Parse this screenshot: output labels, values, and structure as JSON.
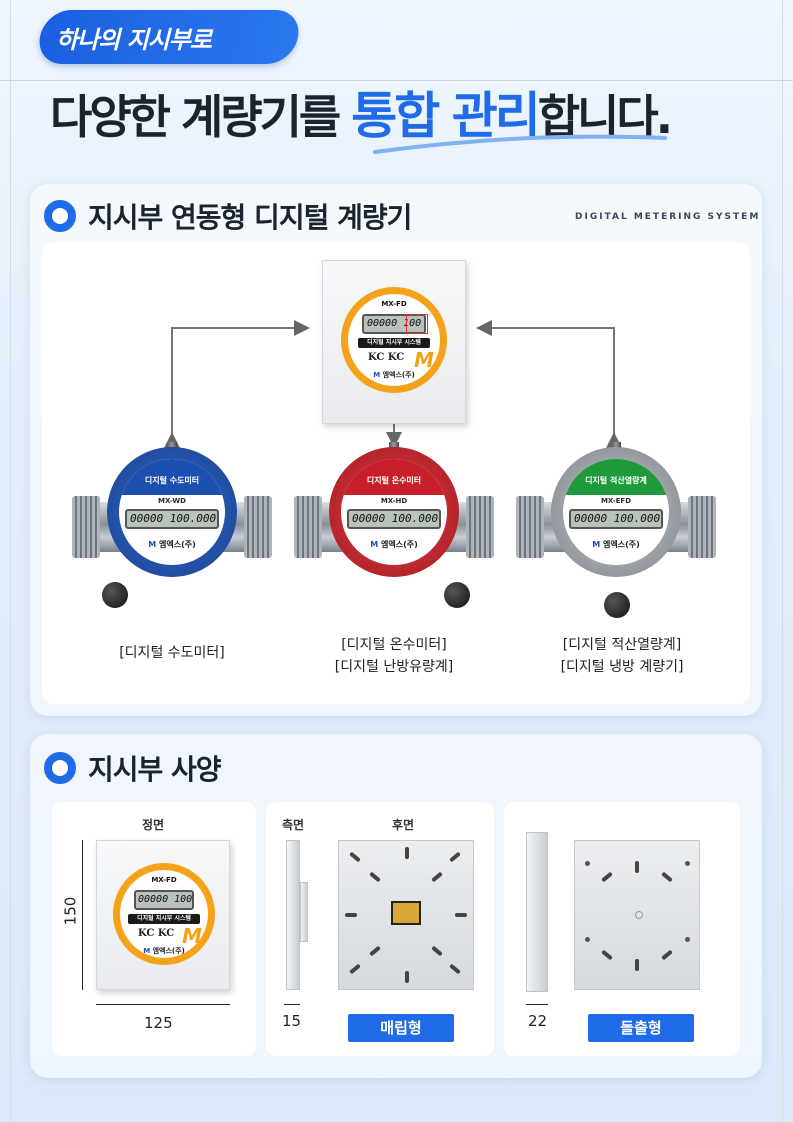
{
  "header": {
    "badge": "하나의 지시부로",
    "headline_pre": "다양한 계량기를 ",
    "headline_highlight": "통합 관리",
    "headline_post": "합니다."
  },
  "section1": {
    "title": "지시부 연동형 디지털 계량기",
    "subtitle": "DIGITAL METERING SYSTEM",
    "indicator": {
      "model": "MX-FD",
      "lcd": "00000 100",
      "bar": "디지털 지시부 시스템",
      "kc": "KC  KC",
      "brand": "엠엑스(주)"
    },
    "meters": [
      {
        "cap_label": "디지털 수도미터",
        "model": "MX-WD",
        "lcd": "00000 100.000",
        "brand": "엠엑스(주)",
        "caption1": "[디지털 수도미터]",
        "caption2": "",
        "color": "#1d4fb0"
      },
      {
        "cap_label": "디지털 온수미터",
        "model": "MX-HD",
        "lcd": "00000 100.000",
        "brand": "엠엑스(주)",
        "caption1": "[디지털 온수미터]",
        "caption2": "[디지털 난방유량계]",
        "color": "#c8202a"
      },
      {
        "cap_label": "디지털 적산열량계",
        "model": "MX-EFD",
        "lcd": "00000 100.000",
        "brand": "엠엑스(주)",
        "caption1": "[디지털 적산열량계]",
        "caption2": "[디지털 냉방 계량기]",
        "color": "#1e9a3a"
      }
    ]
  },
  "section2": {
    "title": "지시부 사양",
    "front_label": "정면",
    "side_label": "측면",
    "rear_label": "후면",
    "height_dim": "150",
    "width_dim": "125",
    "depth_flush": "15",
    "depth_protrude": "22",
    "type_flush": "매립형",
    "type_protrude": "돌출형"
  }
}
